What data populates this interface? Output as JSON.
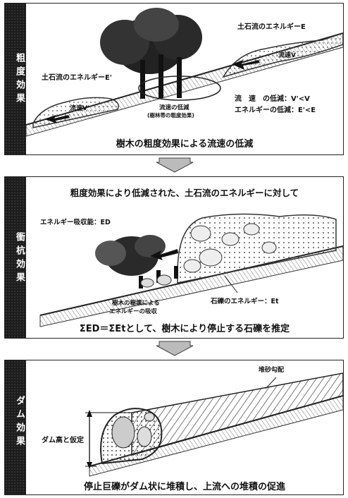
{
  "panel1": {
    "side_label": "粗度効果",
    "energy_e": "土石流のエネルギーE",
    "energy_e_prime": "土石流のエネルギーE'",
    "velocity_v": "流速V",
    "velocity_v_prime": "流速V'",
    "reduction_center": "流速の低減",
    "reduction_center_sub": "(樹林帯の粗度効果)",
    "velocity_reduction": "流　速　の低減：V'<V",
    "energy_reduction": "エネルギーの低減：E'<E",
    "caption": "樹木の粗度効果による流速の低減"
  },
  "panel2": {
    "side_label": "衝杭効果",
    "header": "粗度効果により低減された、土石流のエネルギーに対して",
    "absorb_label": "エネルギー吸収能：ED",
    "stone_label": "石礫のエネルギー：Et",
    "tree_break_line1": "樹木の樹壊による",
    "tree_break_line2": "エネルギーの吸収",
    "caption": "ΣED＝ΣEtとして、樹木により停止する石礫を推定"
  },
  "panel3": {
    "side_label": "ダム効果",
    "slope_label": "堆砂勾配",
    "dam_height": "ダム高と仮定",
    "caption": "停止巨礫がダム状に堆積し、上流への堆積の促進"
  }
}
